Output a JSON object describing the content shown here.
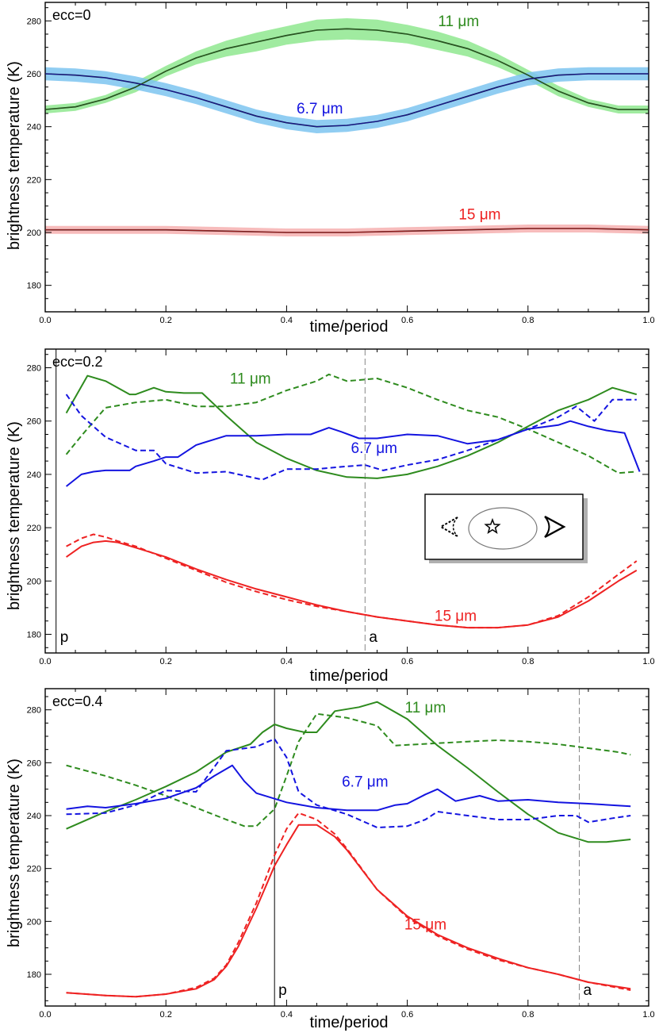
{
  "colors": {
    "green": "#2e8b1e",
    "blue": "#1414e0",
    "red": "#ee2222",
    "green_band": "#8fe88f",
    "blue_band": "#7cc4f0",
    "red_band": "#f6b0b0"
  },
  "chart_data": [
    {
      "type": "line",
      "title": "ecc=0",
      "xlabel": "time/period",
      "ylabel": "brightness temperature (K)",
      "xlim": [
        0.0,
        1.0
      ],
      "ylim": [
        170,
        287
      ],
      "xticks": [
        "0.0",
        "0.2",
        "0.4",
        "0.6",
        "0.8",
        "1.0"
      ],
      "yticks": [
        "180",
        "200",
        "220",
        "240",
        "260",
        "280"
      ],
      "markers": [],
      "series": [
        {
          "name": "11 μm",
          "color": "green",
          "style": "solid",
          "band_color": "green_band",
          "label_at": [
            0.685,
            278
          ],
          "x": [
            0.0,
            0.05,
            0.1,
            0.15,
            0.2,
            0.25,
            0.3,
            0.35,
            0.4,
            0.45,
            0.5,
            0.55,
            0.6,
            0.65,
            0.7,
            0.75,
            0.8,
            0.85,
            0.9,
            0.95,
            1.0
          ],
          "y": [
            246.5,
            247.5,
            250.5,
            255,
            261,
            266,
            269.5,
            272,
            274.5,
            276.5,
            277,
            276.5,
            275,
            272.5,
            269.5,
            265,
            259.5,
            253.5,
            249,
            246.5,
            246.5
          ],
          "band": [
            1.5,
            1.5,
            1.5,
            2,
            2,
            2.5,
            3,
            3.5,
            3.5,
            4,
            4,
            4,
            3.5,
            3.5,
            3,
            2.5,
            2,
            2,
            1.5,
            1.5,
            1.5
          ]
        },
        {
          "name": "6.7 μm",
          "color": "blue",
          "style": "solid",
          "band_color": "blue_band",
          "label_at": [
            0.455,
            245
          ],
          "x": [
            0.0,
            0.05,
            0.1,
            0.15,
            0.2,
            0.25,
            0.3,
            0.35,
            0.4,
            0.45,
            0.5,
            0.55,
            0.6,
            0.65,
            0.7,
            0.75,
            0.8,
            0.85,
            0.9,
            0.95,
            1.0
          ],
          "y": [
            260,
            259.5,
            258.5,
            256.5,
            254,
            251,
            247.5,
            244,
            241.5,
            240,
            240.5,
            242,
            244.5,
            248,
            251.5,
            255,
            258,
            259.5,
            260,
            260,
            260
          ],
          "band": [
            2.5,
            2.5,
            2.5,
            2.5,
            2.5,
            2.5,
            2.5,
            2.5,
            2.5,
            2.5,
            2.5,
            2.5,
            2.5,
            2.5,
            2.5,
            2.5,
            2.5,
            2.5,
            2.5,
            2.5,
            2.5
          ]
        },
        {
          "name": "15 μm",
          "color": "red",
          "style": "solid",
          "band_color": "red_band",
          "label_at": [
            0.72,
            205
          ],
          "x": [
            0.0,
            0.1,
            0.2,
            0.3,
            0.4,
            0.5,
            0.6,
            0.7,
            0.8,
            0.9,
            1.0
          ],
          "y": [
            201,
            201,
            201,
            200.5,
            200,
            200,
            200.5,
            201,
            201.5,
            201.5,
            201
          ],
          "band": [
            1.5,
            1.5,
            1.5,
            1.5,
            1.5,
            1.5,
            1.5,
            1.5,
            1.5,
            1.5,
            1.5
          ]
        }
      ]
    },
    {
      "type": "line",
      "title": "ecc=0.2",
      "xlabel": "time/period",
      "ylabel": "brightness temperature (K)",
      "xlim": [
        0.0,
        1.0
      ],
      "ylim": [
        173,
        287
      ],
      "xticks": [
        "0.0",
        "0.2",
        "0.4",
        "0.6",
        "0.8",
        "1.0"
      ],
      "yticks": [
        "180",
        "200",
        "220",
        "240",
        "260",
        "280"
      ],
      "markers": [
        {
          "label": "p",
          "x": 0.018,
          "style": "solid"
        },
        {
          "label": "a",
          "x": 0.53,
          "style": "dashed"
        }
      ],
      "inset": "orbit-geometry-inset",
      "series": [
        {
          "name": "11 μm",
          "color": "green",
          "style": "solid",
          "label_at": [
            0.34,
            274
          ],
          "x": [
            0.035,
            0.07,
            0.1,
            0.14,
            0.15,
            0.18,
            0.2,
            0.23,
            0.26,
            0.3,
            0.35,
            0.4,
            0.45,
            0.5,
            0.55,
            0.6,
            0.65,
            0.7,
            0.75,
            0.8,
            0.85,
            0.9,
            0.94,
            0.98
          ],
          "y": [
            263,
            277,
            275,
            270,
            270,
            272.5,
            271,
            270.5,
            270.5,
            262,
            252,
            246,
            241.5,
            239,
            238.5,
            240,
            243,
            247,
            252,
            258,
            264,
            268,
            272.5,
            270
          ]
        },
        {
          "name": "",
          "color": "green",
          "style": "dashed",
          "x": [
            0.035,
            0.06,
            0.1,
            0.15,
            0.2,
            0.25,
            0.3,
            0.35,
            0.4,
            0.45,
            0.47,
            0.5,
            0.55,
            0.6,
            0.65,
            0.7,
            0.75,
            0.8,
            0.85,
            0.9,
            0.95,
            0.98
          ],
          "y": [
            247.5,
            254.5,
            265,
            267,
            268,
            265.5,
            265.5,
            267,
            271.5,
            275,
            277.5,
            275,
            276,
            272.5,
            268,
            264,
            261.5,
            257,
            252,
            247,
            240.5,
            241
          ]
        },
        {
          "name": "6.7 μm",
          "color": "blue",
          "style": "solid",
          "label_at": [
            0.545,
            248
          ],
          "x": [
            0.035,
            0.06,
            0.08,
            0.1,
            0.14,
            0.15,
            0.18,
            0.2,
            0.22,
            0.25,
            0.3,
            0.35,
            0.4,
            0.44,
            0.47,
            0.49,
            0.52,
            0.55,
            0.6,
            0.65,
            0.7,
            0.75,
            0.8,
            0.85,
            0.87,
            0.9,
            0.93,
            0.96,
            0.985
          ],
          "y": [
            235.5,
            240,
            241,
            241.5,
            241.5,
            243,
            245,
            246.5,
            246.5,
            251,
            254.5,
            254.5,
            255,
            255,
            257.5,
            256,
            253.5,
            253.5,
            255,
            254.5,
            251.5,
            253,
            257,
            258.5,
            260,
            258,
            256.5,
            255.5,
            241
          ]
        },
        {
          "name": "",
          "color": "blue",
          "style": "dashed",
          "x": [
            0.035,
            0.06,
            0.1,
            0.15,
            0.18,
            0.2,
            0.25,
            0.3,
            0.36,
            0.4,
            0.45,
            0.5,
            0.53,
            0.56,
            0.6,
            0.65,
            0.7,
            0.75,
            0.8,
            0.85,
            0.88,
            0.91,
            0.94,
            0.98
          ],
          "y": [
            270,
            262,
            254,
            249,
            249,
            244,
            240.5,
            241,
            238,
            242,
            242,
            243,
            243.5,
            241.5,
            243.5,
            245.5,
            249,
            253,
            257,
            261.5,
            265.5,
            260,
            268,
            268
          ]
        },
        {
          "name": "15 μm",
          "color": "red",
          "style": "solid",
          "label_at": [
            0.68,
            185
          ],
          "x": [
            0.035,
            0.06,
            0.08,
            0.1,
            0.12,
            0.15,
            0.2,
            0.25,
            0.3,
            0.35,
            0.4,
            0.45,
            0.5,
            0.55,
            0.6,
            0.65,
            0.7,
            0.75,
            0.8,
            0.85,
            0.9,
            0.95,
            0.98
          ],
          "y": [
            209,
            213,
            214.5,
            215,
            214.5,
            212.5,
            209,
            204.5,
            200.5,
            197,
            194,
            191,
            188.5,
            186.5,
            185,
            183.5,
            182.5,
            182.5,
            183.5,
            186.5,
            192.5,
            200,
            204
          ]
        },
        {
          "name": "",
          "color": "red",
          "style": "dashed",
          "x": [
            0.035,
            0.06,
            0.08,
            0.1,
            0.12,
            0.15,
            0.2,
            0.25,
            0.3,
            0.35,
            0.4,
            0.45,
            0.5,
            0.55,
            0.6,
            0.65,
            0.7,
            0.75,
            0.8,
            0.85,
            0.9,
            0.95,
            0.98
          ],
          "y": [
            213,
            216,
            217.5,
            216.5,
            215,
            213,
            208.5,
            204,
            199.5,
            196,
            193,
            190.5,
            188.5,
            186.5,
            185,
            183.5,
            182.5,
            182.5,
            183.5,
            187,
            194,
            202.5,
            207.5
          ]
        }
      ]
    },
    {
      "type": "line",
      "title": "ecc=0.4",
      "xlabel": "time/period",
      "ylabel": "brightness temperature (K)",
      "xlim": [
        0.0,
        1.0
      ],
      "ylim": [
        168,
        288
      ],
      "xticks": [
        "0.0",
        "0.2",
        "0.4",
        "0.6",
        "0.8",
        "1.0"
      ],
      "yticks": [
        "180",
        "200",
        "220",
        "240",
        "260",
        "280"
      ],
      "markers": [
        {
          "label": "p",
          "x": 0.38,
          "style": "solid"
        },
        {
          "label": "a",
          "x": 0.885,
          "style": "dashed"
        }
      ],
      "series": [
        {
          "name": "11 μm",
          "color": "green",
          "style": "solid",
          "label_at": [
            0.63,
            279
          ],
          "x": [
            0.035,
            0.1,
            0.15,
            0.2,
            0.25,
            0.3,
            0.34,
            0.36,
            0.38,
            0.4,
            0.43,
            0.45,
            0.48,
            0.52,
            0.55,
            0.6,
            0.65,
            0.7,
            0.75,
            0.8,
            0.85,
            0.9,
            0.93,
            0.97
          ],
          "y": [
            235,
            241.5,
            246,
            251,
            256.5,
            264,
            267,
            271.5,
            274.5,
            273,
            271.5,
            271.5,
            279.5,
            281,
            283,
            276.5,
            266.5,
            258,
            249,
            240.5,
            233.5,
            230,
            230,
            231
          ]
        },
        {
          "name": "",
          "color": "green",
          "style": "dashed",
          "x": [
            0.035,
            0.1,
            0.15,
            0.2,
            0.25,
            0.3,
            0.33,
            0.35,
            0.38,
            0.4,
            0.42,
            0.45,
            0.5,
            0.55,
            0.58,
            0.62,
            0.7,
            0.75,
            0.8,
            0.85,
            0.9,
            0.95,
            0.97
          ],
          "y": [
            259,
            255,
            251.5,
            247.5,
            243,
            238.5,
            236,
            236,
            242.5,
            255,
            268,
            278.5,
            277,
            274,
            266.5,
            267,
            268,
            268.5,
            268,
            267,
            265.5,
            264,
            263
          ]
        },
        {
          "name": "6.7 μm",
          "color": "blue",
          "style": "solid",
          "label_at": [
            0.53,
            251
          ],
          "x": [
            0.035,
            0.07,
            0.1,
            0.15,
            0.2,
            0.25,
            0.28,
            0.31,
            0.33,
            0.35,
            0.4,
            0.45,
            0.5,
            0.55,
            0.58,
            0.6,
            0.63,
            0.65,
            0.68,
            0.72,
            0.75,
            0.8,
            0.85,
            0.9,
            0.97
          ],
          "y": [
            242.5,
            243.5,
            243,
            244.5,
            246.5,
            250.5,
            255,
            259,
            253,
            248.5,
            245,
            243,
            242,
            242,
            244,
            244.5,
            248,
            250,
            245.5,
            247.5,
            245.5,
            246,
            245,
            244.5,
            243.5
          ]
        },
        {
          "name": "",
          "color": "blue",
          "style": "dashed",
          "x": [
            0.035,
            0.1,
            0.15,
            0.2,
            0.25,
            0.3,
            0.35,
            0.38,
            0.4,
            0.42,
            0.45,
            0.5,
            0.55,
            0.6,
            0.63,
            0.65,
            0.7,
            0.75,
            0.8,
            0.85,
            0.88,
            0.9,
            0.94,
            0.97
          ],
          "y": [
            240.5,
            241,
            244,
            249.5,
            249,
            264.5,
            266,
            269,
            262,
            249,
            244,
            240.5,
            235.5,
            236,
            238.5,
            241.5,
            240,
            238.5,
            238.5,
            240,
            240,
            237.5,
            239,
            240
          ]
        },
        {
          "name": "15 μm",
          "color": "red",
          "style": "solid",
          "label_at": [
            0.63,
            197
          ],
          "x": [
            0.035,
            0.1,
            0.15,
            0.2,
            0.25,
            0.28,
            0.3,
            0.32,
            0.35,
            0.38,
            0.4,
            0.42,
            0.45,
            0.48,
            0.5,
            0.55,
            0.6,
            0.65,
            0.7,
            0.75,
            0.8,
            0.85,
            0.9,
            0.97
          ],
          "y": [
            173,
            172,
            171.5,
            172.5,
            174.5,
            178,
            183,
            190.5,
            205,
            221,
            229,
            236.5,
            236.5,
            232,
            227,
            212,
            202,
            195,
            190,
            186,
            182.5,
            180,
            177,
            174.5
          ]
        },
        {
          "name": "",
          "color": "red",
          "style": "dashed",
          "x": [
            0.035,
            0.1,
            0.15,
            0.2,
            0.25,
            0.28,
            0.3,
            0.32,
            0.35,
            0.38,
            0.4,
            0.42,
            0.45,
            0.48,
            0.5,
            0.55,
            0.6,
            0.65,
            0.7,
            0.75,
            0.8,
            0.85,
            0.9,
            0.97
          ],
          "y": [
            173,
            172,
            171.5,
            172.5,
            175,
            178.5,
            183.5,
            192,
            207,
            225,
            235,
            241,
            238.5,
            233,
            227.5,
            212,
            201.5,
            194.5,
            189.5,
            185.5,
            182.5,
            180,
            177,
            174
          ]
        }
      ]
    }
  ]
}
